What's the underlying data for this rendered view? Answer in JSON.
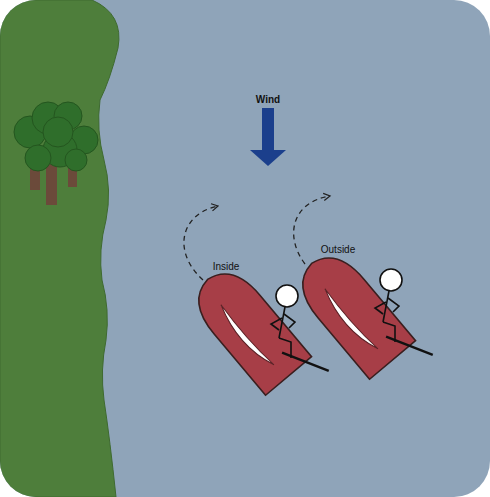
{
  "diagram": {
    "labels": [
      "Wind",
      "Inside",
      "Outside"
    ]
  }
}
